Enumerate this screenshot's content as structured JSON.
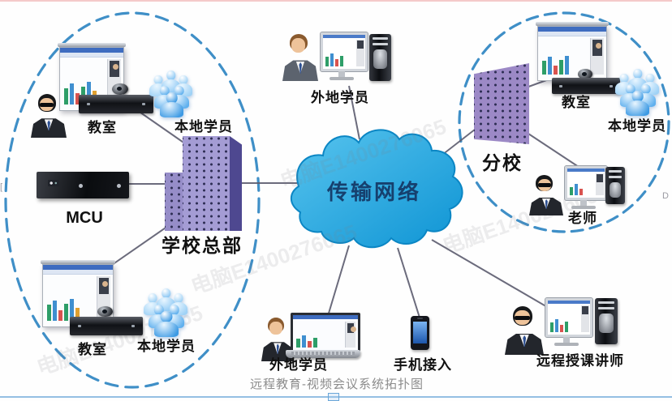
{
  "caption": "远程教育-视频会议系统拓扑图",
  "cloud": {
    "label": "传输网络"
  },
  "hq": {
    "building_label": "学校总部",
    "mcu_label": "MCU",
    "classroom_top_label": "教室",
    "students_top_label": "本地学员",
    "classroom_bottom_label": "教室",
    "students_bottom_label": "本地学员"
  },
  "branch": {
    "building_label": "分校",
    "classroom_label": "教室",
    "students_label": "本地学员",
    "teacher_label": "老师"
  },
  "remote": {
    "student_top_label": "外地学员",
    "student_bottom_label": "外地学员",
    "mobile_label": "手机接入",
    "lecturer_label": "远程授课讲师"
  },
  "watermark_text": "电脑E1400276065",
  "colors": {
    "cloud_fill_top": "#58c4ee",
    "cloud_fill_bottom": "#0e94d4",
    "cloud_stroke": "#0b86c4",
    "cloud_text": "#16406e",
    "ellipse_dash": "#3f8fc7",
    "connector": "#5c5c6e",
    "building_front": "#a49cd4",
    "building_side": "#4e4890",
    "students_icon_blue": "#3d9ae4",
    "label_text": "#111111",
    "caption_text": "#8c8c8c"
  }
}
